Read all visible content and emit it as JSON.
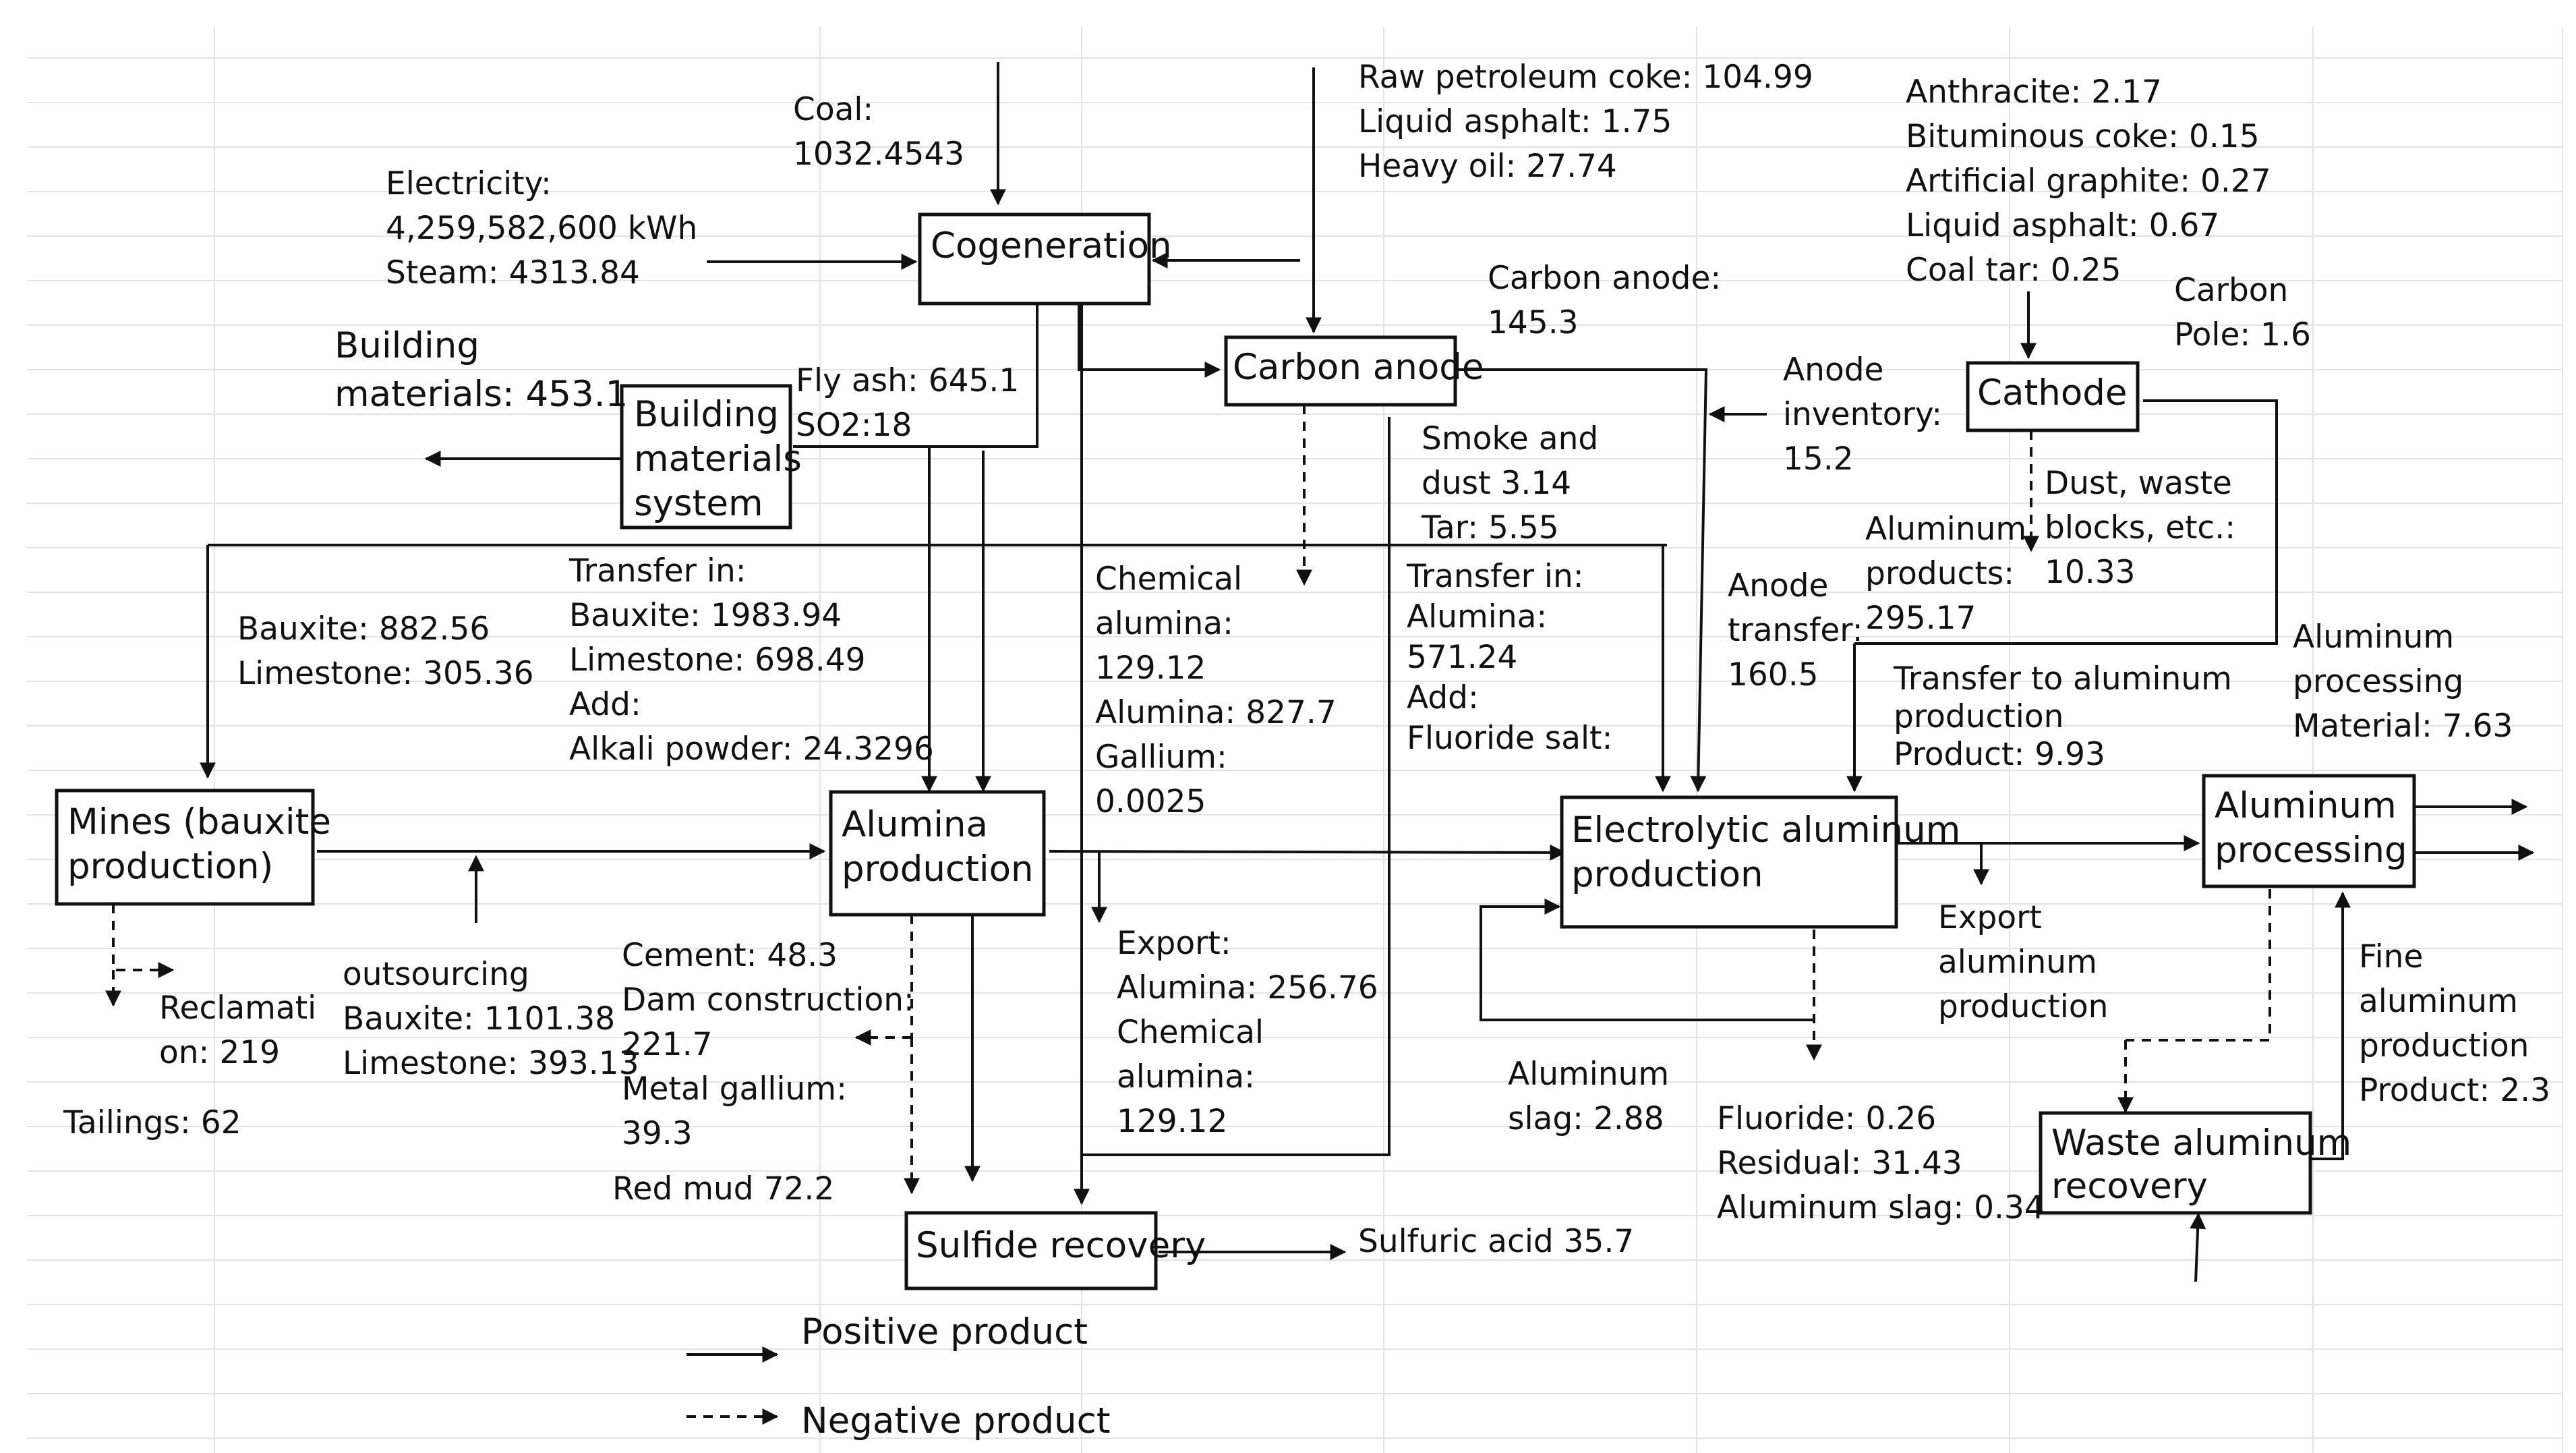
{
  "nodes": {
    "cogeneration": "Cogeneration",
    "carbon_anode": "Carbon anode",
    "cathode": "Cathode",
    "building_materials": [
      "Building",
      "materials",
      "system"
    ],
    "mines": [
      "Mines (bauxite",
      "production)"
    ],
    "alumina_production": [
      "Alumina",
      "production"
    ],
    "electrolytic": [
      "Electrolytic aluminum",
      "production"
    ],
    "aluminum_processing": [
      "Aluminum",
      "processing"
    ],
    "sulfide_recovery": "Sulfide recovery",
    "waste_recovery": [
      "Waste aluminum",
      "recovery"
    ]
  },
  "labels": {
    "coal": [
      "Coal:",
      "1032.4543"
    ],
    "electricity": [
      "Electricity:",
      "4,259,582,600 kWh",
      "Steam: 4313.84"
    ],
    "building_out": [
      "Building",
      "materials: 453.1"
    ],
    "petroleum": [
      "Raw petroleum coke: 104.99",
      "Liquid asphalt: 1.75",
      "Heavy oil: 27.74"
    ],
    "anthracite": [
      "Anthracite: 2.17",
      "Bituminous coke: 0.15",
      "Artificial graphite: 0.27",
      "Liquid asphalt: 0.67",
      "Coal tar: 0.25"
    ],
    "carbon_pole": [
      "Carbon",
      "Pole: 1.6"
    ],
    "carbon_anode_out": [
      "Carbon anode:",
      "145.3"
    ],
    "anode_inventory": [
      "Anode",
      "inventory:",
      "15.2"
    ],
    "fly_ash": [
      "Fly ash: 645.1",
      "SO2:18"
    ],
    "smoke": [
      "Smoke and",
      "dust 3.14",
      "Tar: 5.55"
    ],
    "dust_waste": [
      "Dust, waste",
      "blocks, etc.:",
      "10.33"
    ],
    "aluminum_products": [
      "Aluminum",
      "products:",
      "295.17"
    ],
    "anode_transfer": [
      "Anode",
      "transfer:",
      "160.5"
    ],
    "transfer_in_bauxite": [
      "Transfer in:",
      "Bauxite: 1983.94",
      "Limestone: 698.49",
      "Add:",
      "Alkali powder: 24.3296"
    ],
    "bauxite_mine": [
      "Bauxite: 882.56",
      "Limestone: 305.36"
    ],
    "chemical_alumina": [
      "Chemical",
      "alumina:",
      "129.12",
      "Alumina: 827.7",
      "Gallium:",
      "0.0025"
    ],
    "transfer_in_alumina": [
      "Transfer in:",
      "Alumina:",
      "571.24",
      "Add:",
      "Fluoride salt:"
    ],
    "transfer_to_processing": [
      "Transfer to aluminum",
      "production",
      "Product: 9.93"
    ],
    "aluminum_processing_material": [
      "Aluminum",
      "processing",
      "Material: 7.63"
    ],
    "outsourcing": [
      "outsourcing",
      "Bauxite: 1101.38",
      "Limestone: 393.13"
    ],
    "reclamation": [
      "Reclamati",
      "on: 219"
    ],
    "tailings": "Tailings: 62",
    "cement": [
      "Cement: 48.3",
      "Dam construction:",
      "221.7",
      "Metal gallium:",
      "39.3"
    ],
    "red_mud": "Red mud 72.2",
    "export_alumina": [
      "Export:",
      "Alumina: 256.76",
      "Chemical",
      "alumina:",
      "129.12"
    ],
    "export_aluminum": [
      "Export",
      "aluminum",
      "production"
    ],
    "fine_aluminum": [
      "Fine",
      "aluminum",
      "production",
      "Product: 2.3"
    ],
    "aluminum_slag": [
      "Aluminum",
      "slag: 2.88"
    ],
    "fluoride": [
      "Fluoride: 0.26",
      "Residual: 31.43",
      "Aluminum slag: 0.34"
    ],
    "sulfuric_acid": "Sulfuric acid 35.7"
  },
  "legend": {
    "positive": "Positive product",
    "negative": "Negative product"
  }
}
